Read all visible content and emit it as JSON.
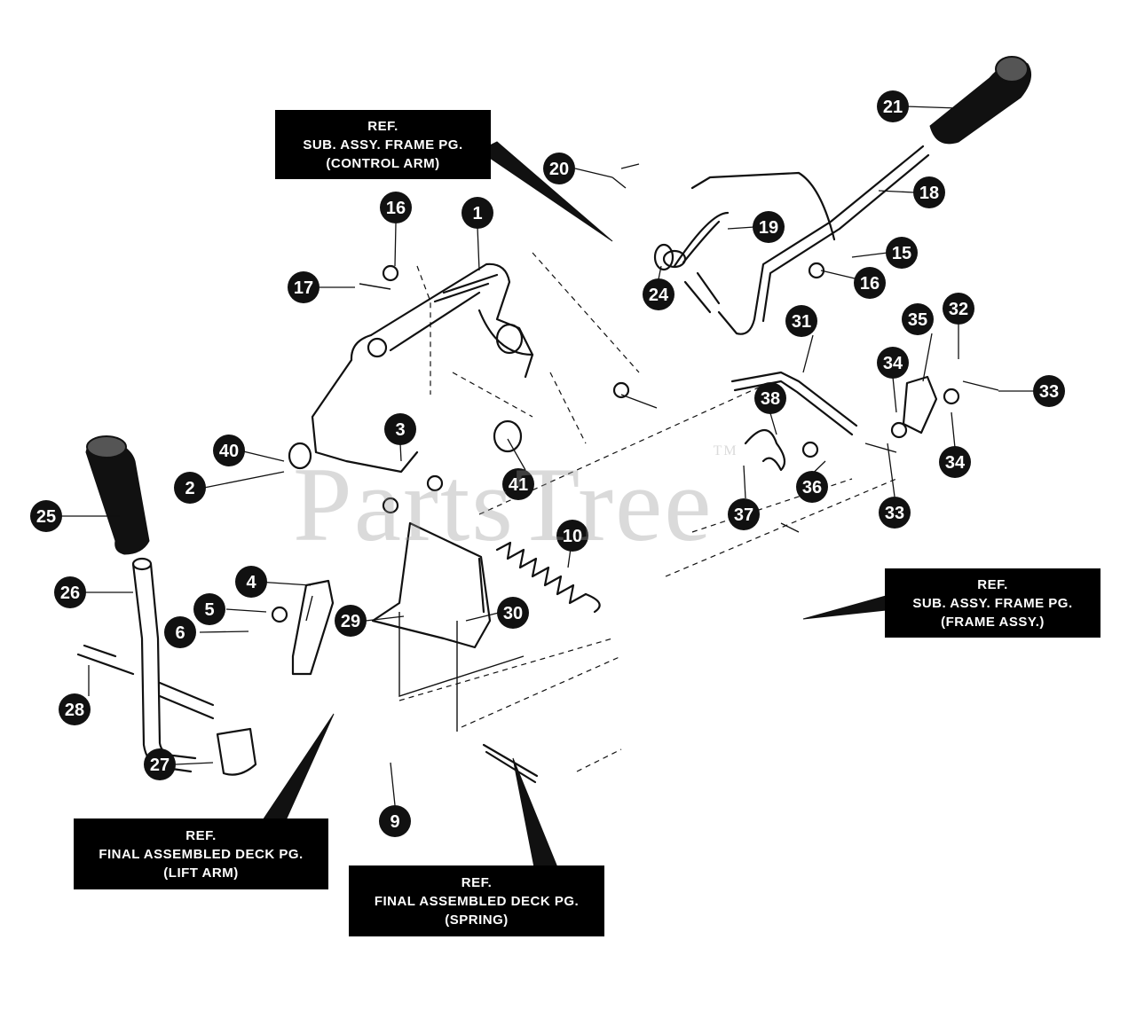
{
  "watermark": {
    "text": "PartsTree",
    "tm": "TM"
  },
  "ref_boxes": [
    {
      "id": "control-arm",
      "lines": [
        "REF.",
        "SUB. ASSY. FRAME PG.",
        "(CONTROL ARM)"
      ]
    },
    {
      "id": "frame-assy",
      "lines": [
        "REF.",
        "SUB. ASSY. FRAME PG.",
        "(FRAME ASSY.)"
      ]
    },
    {
      "id": "lift-arm",
      "lines": [
        "REF.",
        "FINAL ASSEMBLED DECK PG.",
        "(LIFT ARM)"
      ]
    },
    {
      "id": "spring",
      "lines": [
        "REF.",
        "FINAL ASSEMBLED DECK PG.",
        "(SPRING)"
      ]
    }
  ],
  "callouts": [
    "1",
    "2",
    "3",
    "4",
    "5",
    "6",
    "9",
    "10",
    "15",
    "16",
    "16",
    "17",
    "18",
    "19",
    "20",
    "21",
    "24",
    "25",
    "26",
    "27",
    "28",
    "29",
    "30",
    "31",
    "32",
    "33",
    "33",
    "34",
    "34",
    "35",
    "36",
    "37",
    "38",
    "40",
    "41"
  ]
}
